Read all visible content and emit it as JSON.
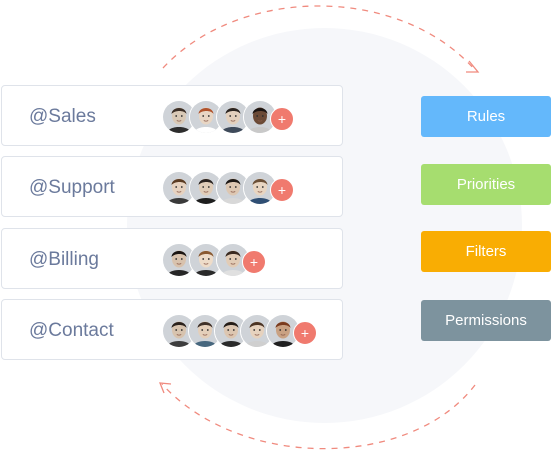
{
  "groups": [
    {
      "label": "@Sales",
      "avatars": [
        "person-1",
        "person-2",
        "person-3",
        "person-4"
      ],
      "more_label": "+"
    },
    {
      "label": "@Support",
      "avatars": [
        "person-5",
        "person-6",
        "person-7",
        "person-8"
      ],
      "more_label": "+"
    },
    {
      "label": "@Billing",
      "avatars": [
        "person-9",
        "person-10",
        "person-11"
      ],
      "more_label": "+"
    },
    {
      "label": "@Contact",
      "avatars": [
        "person-12",
        "person-13",
        "person-14",
        "person-15",
        "person-16"
      ],
      "more_label": "+"
    }
  ],
  "actions": [
    {
      "label": "Rules",
      "color": "#64b8fb"
    },
    {
      "label": "Priorities",
      "color": "#a6dd6f"
    },
    {
      "label": "Filters",
      "color": "#f9ad03"
    },
    {
      "label": "Permissions",
      "color": "#7d939e"
    }
  ],
  "colors": {
    "accent_arrow": "#f08a7e",
    "card_text": "#6b7a9c",
    "plus_badge": "#f07a6e"
  }
}
